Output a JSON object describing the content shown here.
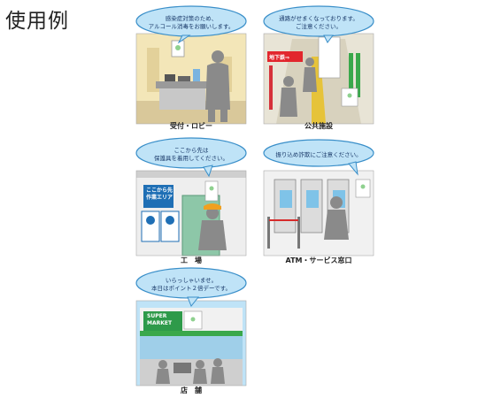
{
  "page_title": "使用例",
  "panels": [
    {
      "bubble": [
        "感染症対策のため、",
        "アルコール消毒をお願いします。"
      ],
      "caption": "受付・ロビー"
    },
    {
      "bubble": [
        "通路がせまくなっております。",
        "ご注意ください。"
      ],
      "caption": "公共施設",
      "sign": "地下鉄⇒"
    },
    {
      "bubble": [
        "ここから先は",
        "保護具を着用してください。"
      ],
      "caption": "工　場",
      "sign": [
        "ここから先",
        "作業エリア"
      ]
    },
    {
      "bubble": [
        "振り込め詐欺にご注意ください。"
      ],
      "caption": "ATM・サービス窓口"
    },
    {
      "bubble": [
        "いらっしゃいませ。",
        "本日はポイント２倍デーです。"
      ],
      "caption": "店　舗",
      "sign": [
        "SUPER",
        "MARKET"
      ]
    }
  ]
}
